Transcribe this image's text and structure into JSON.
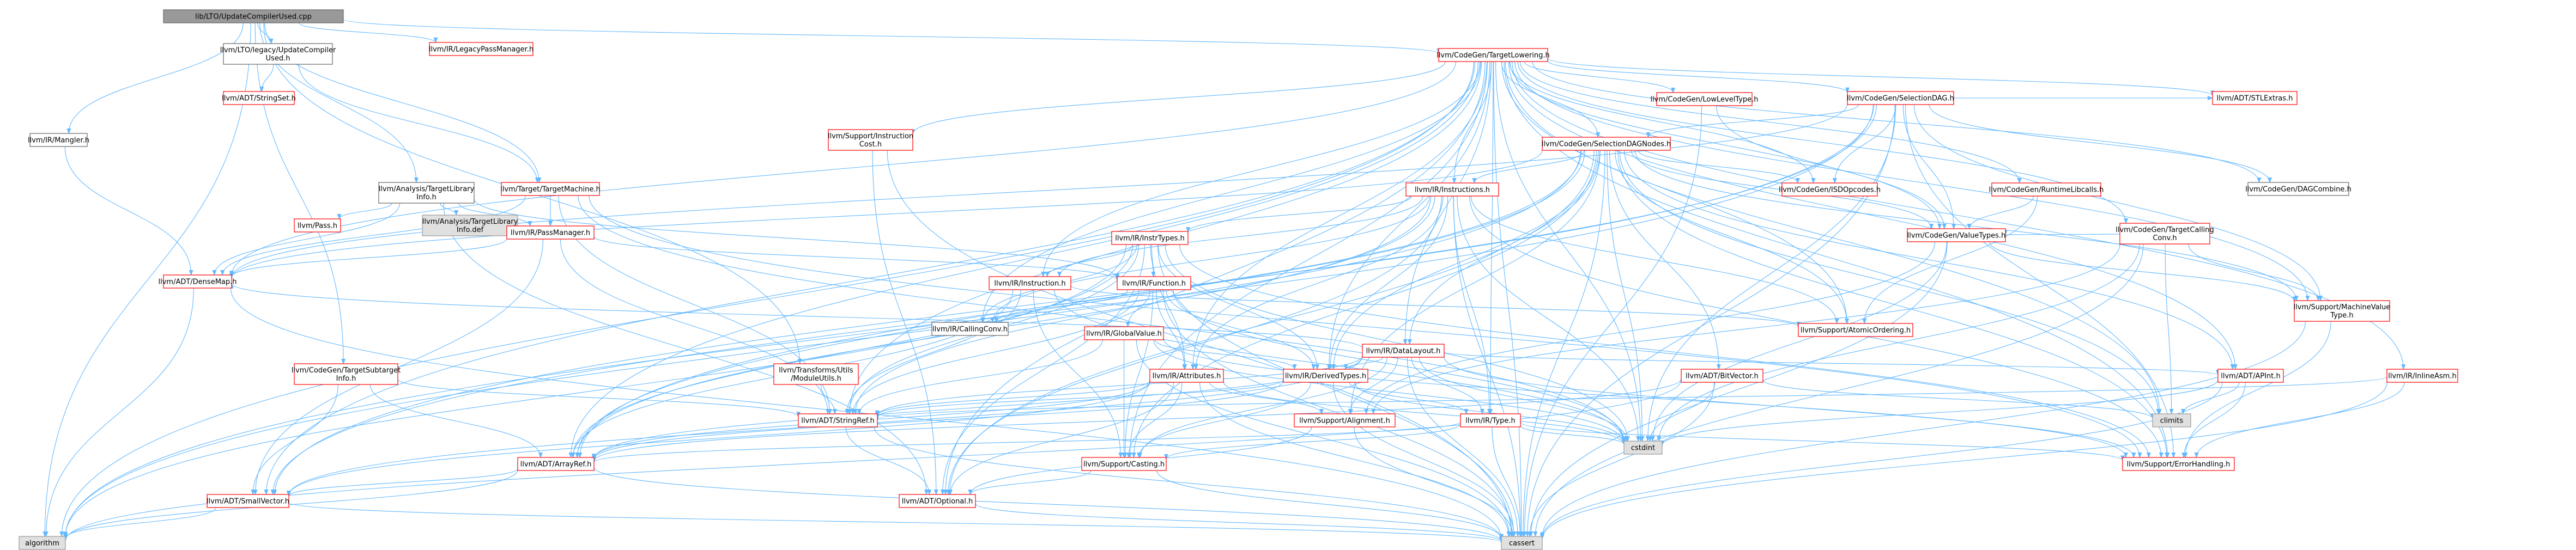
{
  "colors": {
    "edge": "#63b8ff",
    "root_fill": "#999999",
    "root_stroke": "#666666",
    "doc_stroke": "#ff0000",
    "plain_stroke": "#666666",
    "ext_fill": "#e0e0e0",
    "ext_stroke": "#999999",
    "text": "#000000"
  },
  "nodes": [
    {
      "id": "root",
      "kind": "root",
      "lines": [
        "lib/LTO/UpdateCompilerUsed.cpp"
      ]
    },
    {
      "id": "ltoUCU",
      "kind": "plain",
      "lines": [
        "llvm/LTO/legacy/UpdateCompiler",
        "Used.h"
      ]
    },
    {
      "id": "legacyPM",
      "kind": "doc",
      "lines": [
        "llvm/IR/LegacyPassManager.h"
      ]
    },
    {
      "id": "mangler",
      "kind": "plain",
      "lines": [
        "llvm/IR/Mangler.h"
      ]
    },
    {
      "id": "stringSet",
      "kind": "doc",
      "lines": [
        "llvm/ADT/StringSet.h"
      ]
    },
    {
      "id": "tli",
      "kind": "plain",
      "lines": [
        "llvm/Analysis/TargetLibrary",
        "Info.h"
      ]
    },
    {
      "id": "tliDef",
      "kind": "ext",
      "lines": [
        "llvm/Analysis/TargetLibrary",
        "Info.def"
      ]
    },
    {
      "id": "pass",
      "kind": "doc",
      "lines": [
        "llvm/Pass.h"
      ]
    },
    {
      "id": "targetMachine",
      "kind": "doc",
      "lines": [
        "llvm/Target/TargetMachine.h"
      ]
    },
    {
      "id": "passManager",
      "kind": "doc",
      "lines": [
        "llvm/IR/PassManager.h"
      ]
    },
    {
      "id": "denseMap",
      "kind": "doc",
      "lines": [
        "llvm/ADT/DenseMap.h"
      ]
    },
    {
      "id": "targetLowering",
      "kind": "doc",
      "lines": [
        "llvm/CodeGen/TargetLowering.h"
      ]
    },
    {
      "id": "instrCost",
      "kind": "doc",
      "lines": [
        "llvm/Support/Instruction",
        "Cost.h"
      ]
    },
    {
      "id": "lowLevelType",
      "kind": "doc",
      "lines": [
        "llvm/CodeGen/LowLevelType.h"
      ]
    },
    {
      "id": "selDAG",
      "kind": "doc",
      "lines": [
        "llvm/CodeGen/SelectionDAG.h"
      ]
    },
    {
      "id": "stlExtras",
      "kind": "doc",
      "lines": [
        "llvm/ADT/STLExtras.h"
      ]
    },
    {
      "id": "dagCombine",
      "kind": "plain",
      "lines": [
        "llvm/CodeGen/DAGCombine.h"
      ]
    },
    {
      "id": "selDAGNodes",
      "kind": "doc",
      "lines": [
        "llvm/CodeGen/SelectionDAGNodes.h"
      ]
    },
    {
      "id": "instructions",
      "kind": "doc",
      "lines": [
        "llvm/IR/Instructions.h"
      ]
    },
    {
      "id": "isdOpcodes",
      "kind": "doc",
      "lines": [
        "llvm/CodeGen/ISDOpcodes.h"
      ]
    },
    {
      "id": "runtimeLibcalls",
      "kind": "doc",
      "lines": [
        "llvm/CodeGen/RuntimeLibcalls.h"
      ]
    },
    {
      "id": "targetCallingConv",
      "kind": "doc",
      "lines": [
        "llvm/CodeGen/TargetCalling",
        "Conv.h"
      ]
    },
    {
      "id": "valueTypes",
      "kind": "doc",
      "lines": [
        "llvm/CodeGen/ValueTypes.h"
      ]
    },
    {
      "id": "instrTypes",
      "kind": "doc",
      "lines": [
        "llvm/IR/InstrTypes.h"
      ]
    },
    {
      "id": "instruction",
      "kind": "doc",
      "lines": [
        "llvm/IR/Instruction.h"
      ]
    },
    {
      "id": "function",
      "kind": "doc",
      "lines": [
        "llvm/IR/Function.h"
      ]
    },
    {
      "id": "callingConv",
      "kind": "plain",
      "lines": [
        "llvm/IR/CallingConv.h"
      ]
    },
    {
      "id": "machineValueType",
      "kind": "doc",
      "lines": [
        "llvm/Support/MachineValue",
        "Type.h"
      ]
    },
    {
      "id": "atomicOrdering",
      "kind": "doc",
      "lines": [
        "llvm/Support/AtomicOrdering.h"
      ]
    },
    {
      "id": "globalValue",
      "kind": "doc",
      "lines": [
        "llvm/IR/GlobalValue.h"
      ]
    },
    {
      "id": "dataLayout",
      "kind": "doc",
      "lines": [
        "llvm/IR/DataLayout.h"
      ]
    },
    {
      "id": "targetSubtarget",
      "kind": "doc",
      "lines": [
        "llvm/CodeGen/TargetSubtarget",
        "Info.h"
      ]
    },
    {
      "id": "moduleUtils",
      "kind": "doc",
      "lines": [
        "llvm/Transforms/Utils",
        "/ModuleUtils.h"
      ]
    },
    {
      "id": "attributes",
      "kind": "doc",
      "lines": [
        "llvm/IR/Attributes.h"
      ]
    },
    {
      "id": "derivedTypes",
      "kind": "doc",
      "lines": [
        "llvm/IR/DerivedTypes.h"
      ]
    },
    {
      "id": "bitVector",
      "kind": "doc",
      "lines": [
        "llvm/ADT/BitVector.h"
      ]
    },
    {
      "id": "apInt",
      "kind": "doc",
      "lines": [
        "llvm/ADT/APInt.h"
      ]
    },
    {
      "id": "inlineAsm",
      "kind": "doc",
      "lines": [
        "llvm/IR/InlineAsm.h"
      ]
    },
    {
      "id": "climits",
      "kind": "ext",
      "lines": [
        "climits"
      ]
    },
    {
      "id": "stringRef",
      "kind": "doc",
      "lines": [
        "llvm/ADT/StringRef.h"
      ]
    },
    {
      "id": "alignment",
      "kind": "doc",
      "lines": [
        "llvm/Support/Alignment.h"
      ]
    },
    {
      "id": "irType",
      "kind": "doc",
      "lines": [
        "llvm/IR/Type.h"
      ]
    },
    {
      "id": "cstdint",
      "kind": "ext",
      "lines": [
        "cstdint"
      ]
    },
    {
      "id": "errorHandling",
      "kind": "doc",
      "lines": [
        "llvm/Support/ErrorHandling.h"
      ]
    },
    {
      "id": "arrayRef",
      "kind": "doc",
      "lines": [
        "llvm/ADT/ArrayRef.h"
      ]
    },
    {
      "id": "casting",
      "kind": "doc",
      "lines": [
        "llvm/Support/Casting.h"
      ]
    },
    {
      "id": "smallVector",
      "kind": "doc",
      "lines": [
        "llvm/ADT/SmallVector.h"
      ]
    },
    {
      "id": "optional",
      "kind": "doc",
      "lines": [
        "llvm/ADT/Optional.h"
      ]
    },
    {
      "id": "algorithm",
      "kind": "ext",
      "lines": [
        "algorithm"
      ]
    },
    {
      "id": "cassert",
      "kind": "ext",
      "lines": [
        "cassert"
      ]
    }
  ],
  "edges": [
    [
      "root",
      "ltoUCU"
    ],
    [
      "root",
      "legacyPM"
    ],
    [
      "root",
      "mangler"
    ],
    [
      "root",
      "tli"
    ],
    [
      "root",
      "targetMachine"
    ],
    [
      "root",
      "targetLowering"
    ],
    [
      "root",
      "targetSubtarget"
    ],
    [
      "root",
      "moduleUtils"
    ],
    [
      "root",
      "algorithm"
    ],
    [
      "ltoUCU",
      "stringSet"
    ],
    [
      "ltoUCU",
      "targetMachine"
    ],
    [
      "mangler",
      "denseMap"
    ],
    [
      "tli",
      "tliDef"
    ],
    [
      "tli",
      "pass"
    ],
    [
      "tli",
      "passManager"
    ],
    [
      "tli",
      "denseMap"
    ],
    [
      "tli",
      "function"
    ],
    [
      "tli",
      "optional"
    ],
    [
      "targetMachine",
      "passManager"
    ],
    [
      "targetMachine",
      "stringRef"
    ],
    [
      "targetMachine",
      "errorHandling"
    ],
    [
      "targetMachine",
      "denseMap"
    ],
    [
      "targetMachine",
      "cstdint"
    ],
    [
      "passManager",
      "denseMap"
    ],
    [
      "passManager",
      "smallVector"
    ],
    [
      "passManager",
      "function"
    ],
    [
      "passManager",
      "stringRef"
    ],
    [
      "denseMap",
      "algorithm"
    ],
    [
      "denseMap",
      "cassert"
    ],
    [
      "targetLowering",
      "instrCost"
    ],
    [
      "targetLowering",
      "lowLevelType"
    ],
    [
      "targetLowering",
      "selDAG"
    ],
    [
      "targetLowering",
      "stlExtras"
    ],
    [
      "targetLowering",
      "dagCombine"
    ],
    [
      "targetLowering",
      "selDAGNodes"
    ],
    [
      "targetLowering",
      "instructions"
    ],
    [
      "targetLowering",
      "isdOpcodes"
    ],
    [
      "targetLowering",
      "runtimeLibcalls"
    ],
    [
      "targetLowering",
      "targetCallingConv"
    ],
    [
      "targetLowering",
      "valueTypes"
    ],
    [
      "targetLowering",
      "machineValueType"
    ],
    [
      "targetLowering",
      "atomicOrdering"
    ],
    [
      "targetLowering",
      "dataLayout"
    ],
    [
      "targetLowering",
      "derivedTypes"
    ],
    [
      "targetLowering",
      "attributes"
    ],
    [
      "targetLowering",
      "apInt"
    ],
    [
      "targetLowering",
      "inlineAsm"
    ],
    [
      "targetLowering",
      "irType"
    ],
    [
      "targetLowering",
      "callingConv"
    ],
    [
      "targetLowering",
      "instruction"
    ],
    [
      "targetLowering",
      "arrayRef"
    ],
    [
      "targetLowering",
      "smallVector"
    ],
    [
      "targetLowering",
      "stringRef"
    ],
    [
      "targetLowering",
      "casting"
    ],
    [
      "targetLowering",
      "errorHandling"
    ],
    [
      "targetLowering",
      "climits"
    ],
    [
      "targetLowering",
      "cstdint"
    ],
    [
      "targetLowering",
      "algorithm"
    ],
    [
      "targetLowering",
      "cassert"
    ],
    [
      "targetLowering",
      "denseMap"
    ],
    [
      "targetLowering",
      "optional"
    ],
    [
      "instrCost",
      "cassert"
    ],
    [
      "instrCost",
      "optional"
    ],
    [
      "lowLevelType",
      "valueTypes"
    ],
    [
      "lowLevelType",
      "cassert"
    ],
    [
      "selDAG",
      "stlExtras"
    ],
    [
      "selDAG",
      "dagCombine"
    ],
    [
      "selDAG",
      "selDAGNodes"
    ],
    [
      "selDAG",
      "isdOpcodes"
    ],
    [
      "selDAG",
      "valueTypes"
    ],
    [
      "selDAG",
      "machineValueType"
    ],
    [
      "selDAG",
      "denseMap"
    ],
    [
      "selDAG",
      "arrayRef"
    ],
    [
      "selDAG",
      "smallVector"
    ],
    [
      "selDAG",
      "errorHandling"
    ],
    [
      "selDAG",
      "algorithm"
    ],
    [
      "selDAG",
      "cassert"
    ],
    [
      "selDAG",
      "cstdint"
    ],
    [
      "selDAGNodes",
      "instructions"
    ],
    [
      "selDAGNodes",
      "isdOpcodes"
    ],
    [
      "selDAGNodes",
      "valueTypes"
    ],
    [
      "selDAGNodes",
      "machineValueType"
    ],
    [
      "selDAGNodes",
      "atomicOrdering"
    ],
    [
      "selDAGNodes",
      "bitVector"
    ],
    [
      "selDAGNodes",
      "apInt"
    ],
    [
      "selDAGNodes",
      "dataLayout"
    ],
    [
      "selDAGNodes",
      "derivedTypes"
    ],
    [
      "selDAGNodes",
      "alignment"
    ],
    [
      "selDAGNodes",
      "casting"
    ],
    [
      "selDAGNodes",
      "errorHandling"
    ],
    [
      "selDAGNodes",
      "arrayRef"
    ],
    [
      "selDAGNodes",
      "smallVector"
    ],
    [
      "selDAGNodes",
      "climits"
    ],
    [
      "selDAGNodes",
      "cstdint"
    ],
    [
      "selDAGNodes",
      "cassert"
    ],
    [
      "selDAGNodes",
      "algorithm"
    ],
    [
      "selDAGNodes",
      "denseMap"
    ],
    [
      "selDAGNodes",
      "optional"
    ],
    [
      "instructions",
      "instrTypes"
    ],
    [
      "instructions",
      "instruction"
    ],
    [
      "instructions",
      "callingConv"
    ],
    [
      "instructions",
      "atomicOrdering"
    ],
    [
      "instructions",
      "derivedTypes"
    ],
    [
      "instructions",
      "attributes"
    ],
    [
      "instructions",
      "irType"
    ],
    [
      "instructions",
      "arrayRef"
    ],
    [
      "instructions",
      "stringRef"
    ],
    [
      "instructions",
      "cstdint"
    ],
    [
      "instructions",
      "cassert"
    ],
    [
      "instructions",
      "errorHandling"
    ],
    [
      "instructions",
      "optional"
    ],
    [
      "runtimeLibcalls",
      "valueTypes"
    ],
    [
      "runtimeLibcalls",
      "atomicOrdering"
    ],
    [
      "targetCallingConv",
      "valueTypes"
    ],
    [
      "targetCallingConv",
      "machineValueType"
    ],
    [
      "targetCallingConv",
      "alignment"
    ],
    [
      "targetCallingConv",
      "cstdint"
    ],
    [
      "targetCallingConv",
      "climits"
    ],
    [
      "targetCallingConv",
      "cassert"
    ],
    [
      "valueTypes",
      "machineValueType"
    ],
    [
      "valueTypes",
      "cassert"
    ],
    [
      "valueTypes",
      "cstdint"
    ],
    [
      "valueTypes",
      "alignment"
    ],
    [
      "machineValueType",
      "errorHandling"
    ],
    [
      "machineValueType",
      "cassert"
    ],
    [
      "instrTypes",
      "instruction"
    ],
    [
      "instrTypes",
      "function"
    ],
    [
      "instrTypes",
      "callingConv"
    ],
    [
      "instrTypes",
      "attributes"
    ],
    [
      "instrTypes",
      "derivedTypes"
    ],
    [
      "instrTypes",
      "arrayRef"
    ],
    [
      "instrTypes",
      "stringRef"
    ],
    [
      "instrTypes",
      "cstdint"
    ],
    [
      "instrTypes",
      "cassert"
    ],
    [
      "instrTypes",
      "algorithm"
    ],
    [
      "instrTypes",
      "optional"
    ],
    [
      "instrTypes",
      "errorHandling"
    ],
    [
      "instruction",
      "atomicOrdering"
    ],
    [
      "instruction",
      "casting"
    ],
    [
      "instruction",
      "cstdint"
    ],
    [
      "instruction",
      "stringRef"
    ],
    [
      "instruction",
      "arrayRef"
    ],
    [
      "function",
      "globalValue"
    ],
    [
      "function",
      "callingConv"
    ],
    [
      "function",
      "attributes"
    ],
    [
      "function",
      "derivedTypes"
    ],
    [
      "function",
      "stringRef"
    ],
    [
      "function",
      "cstdint"
    ],
    [
      "function",
      "cassert"
    ],
    [
      "function",
      "casting"
    ],
    [
      "globalValue",
      "derivedTypes"
    ],
    [
      "globalValue",
      "casting"
    ],
    [
      "globalValue",
      "errorHandling"
    ],
    [
      "globalValue",
      "stringRef"
    ],
    [
      "globalValue",
      "cassert"
    ],
    [
      "globalValue",
      "cstdint"
    ],
    [
      "dataLayout",
      "apInt"
    ],
    [
      "dataLayout",
      "arrayRef"
    ],
    [
      "dataLayout",
      "stringRef"
    ],
    [
      "dataLayout",
      "derivedTypes"
    ],
    [
      "dataLayout",
      "irType"
    ],
    [
      "dataLayout",
      "alignment"
    ],
    [
      "dataLayout",
      "casting"
    ],
    [
      "dataLayout",
      "errorHandling"
    ],
    [
      "dataLayout",
      "cassert"
    ],
    [
      "dataLayout",
      "cstdint"
    ],
    [
      "dataLayout",
      "smallVector"
    ],
    [
      "dataLayout",
      "denseMap"
    ],
    [
      "targetSubtarget",
      "arrayRef"
    ],
    [
      "targetSubtarget",
      "smallVector"
    ],
    [
      "targetSubtarget",
      "stringRef"
    ],
    [
      "moduleUtils",
      "stringRef"
    ],
    [
      "attributes",
      "alignment"
    ],
    [
      "attributes",
      "stringRef"
    ],
    [
      "attributes",
      "casting"
    ],
    [
      "attributes",
      "optional"
    ],
    [
      "attributes",
      "arrayRef"
    ],
    [
      "attributes",
      "cassert"
    ],
    [
      "attributes",
      "cstdint"
    ],
    [
      "attributes",
      "smallVector"
    ],
    [
      "derivedTypes",
      "irType"
    ],
    [
      "derivedTypes",
      "arrayRef"
    ],
    [
      "derivedTypes",
      "stringRef"
    ],
    [
      "derivedTypes",
      "casting"
    ],
    [
      "derivedTypes",
      "cassert"
    ],
    [
      "derivedTypes",
      "cstdint"
    ],
    [
      "bitVector",
      "arrayRef"
    ],
    [
      "bitVector",
      "algorithm"
    ],
    [
      "bitVector",
      "cassert"
    ],
    [
      "bitVector",
      "cstdint"
    ],
    [
      "bitVector",
      "climits"
    ],
    [
      "apInt",
      "errorHandling"
    ],
    [
      "apInt",
      "cassert"
    ],
    [
      "apInt",
      "climits"
    ],
    [
      "apInt",
      "cstdint"
    ],
    [
      "inlineAsm",
      "stringRef"
    ],
    [
      "inlineAsm",
      "errorHandling"
    ],
    [
      "inlineAsm",
      "cassert"
    ],
    [
      "stringRef",
      "cassert"
    ],
    [
      "stringRef",
      "optional"
    ],
    [
      "alignment",
      "cassert"
    ],
    [
      "alignment",
      "optional"
    ],
    [
      "irType",
      "casting"
    ],
    [
      "irType",
      "errorHandling"
    ],
    [
      "irType",
      "cassert"
    ],
    [
      "irType",
      "cstdint"
    ],
    [
      "irType",
      "arrayRef"
    ],
    [
      "arrayRef",
      "smallVector"
    ],
    [
      "arrayRef",
      "cassert"
    ],
    [
      "arrayRef",
      "algorithm"
    ],
    [
      "casting",
      "optional"
    ],
    [
      "casting",
      "cassert"
    ],
    [
      "smallVector",
      "algorithm"
    ],
    [
      "smallVector",
      "cassert"
    ],
    [
      "optional",
      "cassert"
    ]
  ]
}
